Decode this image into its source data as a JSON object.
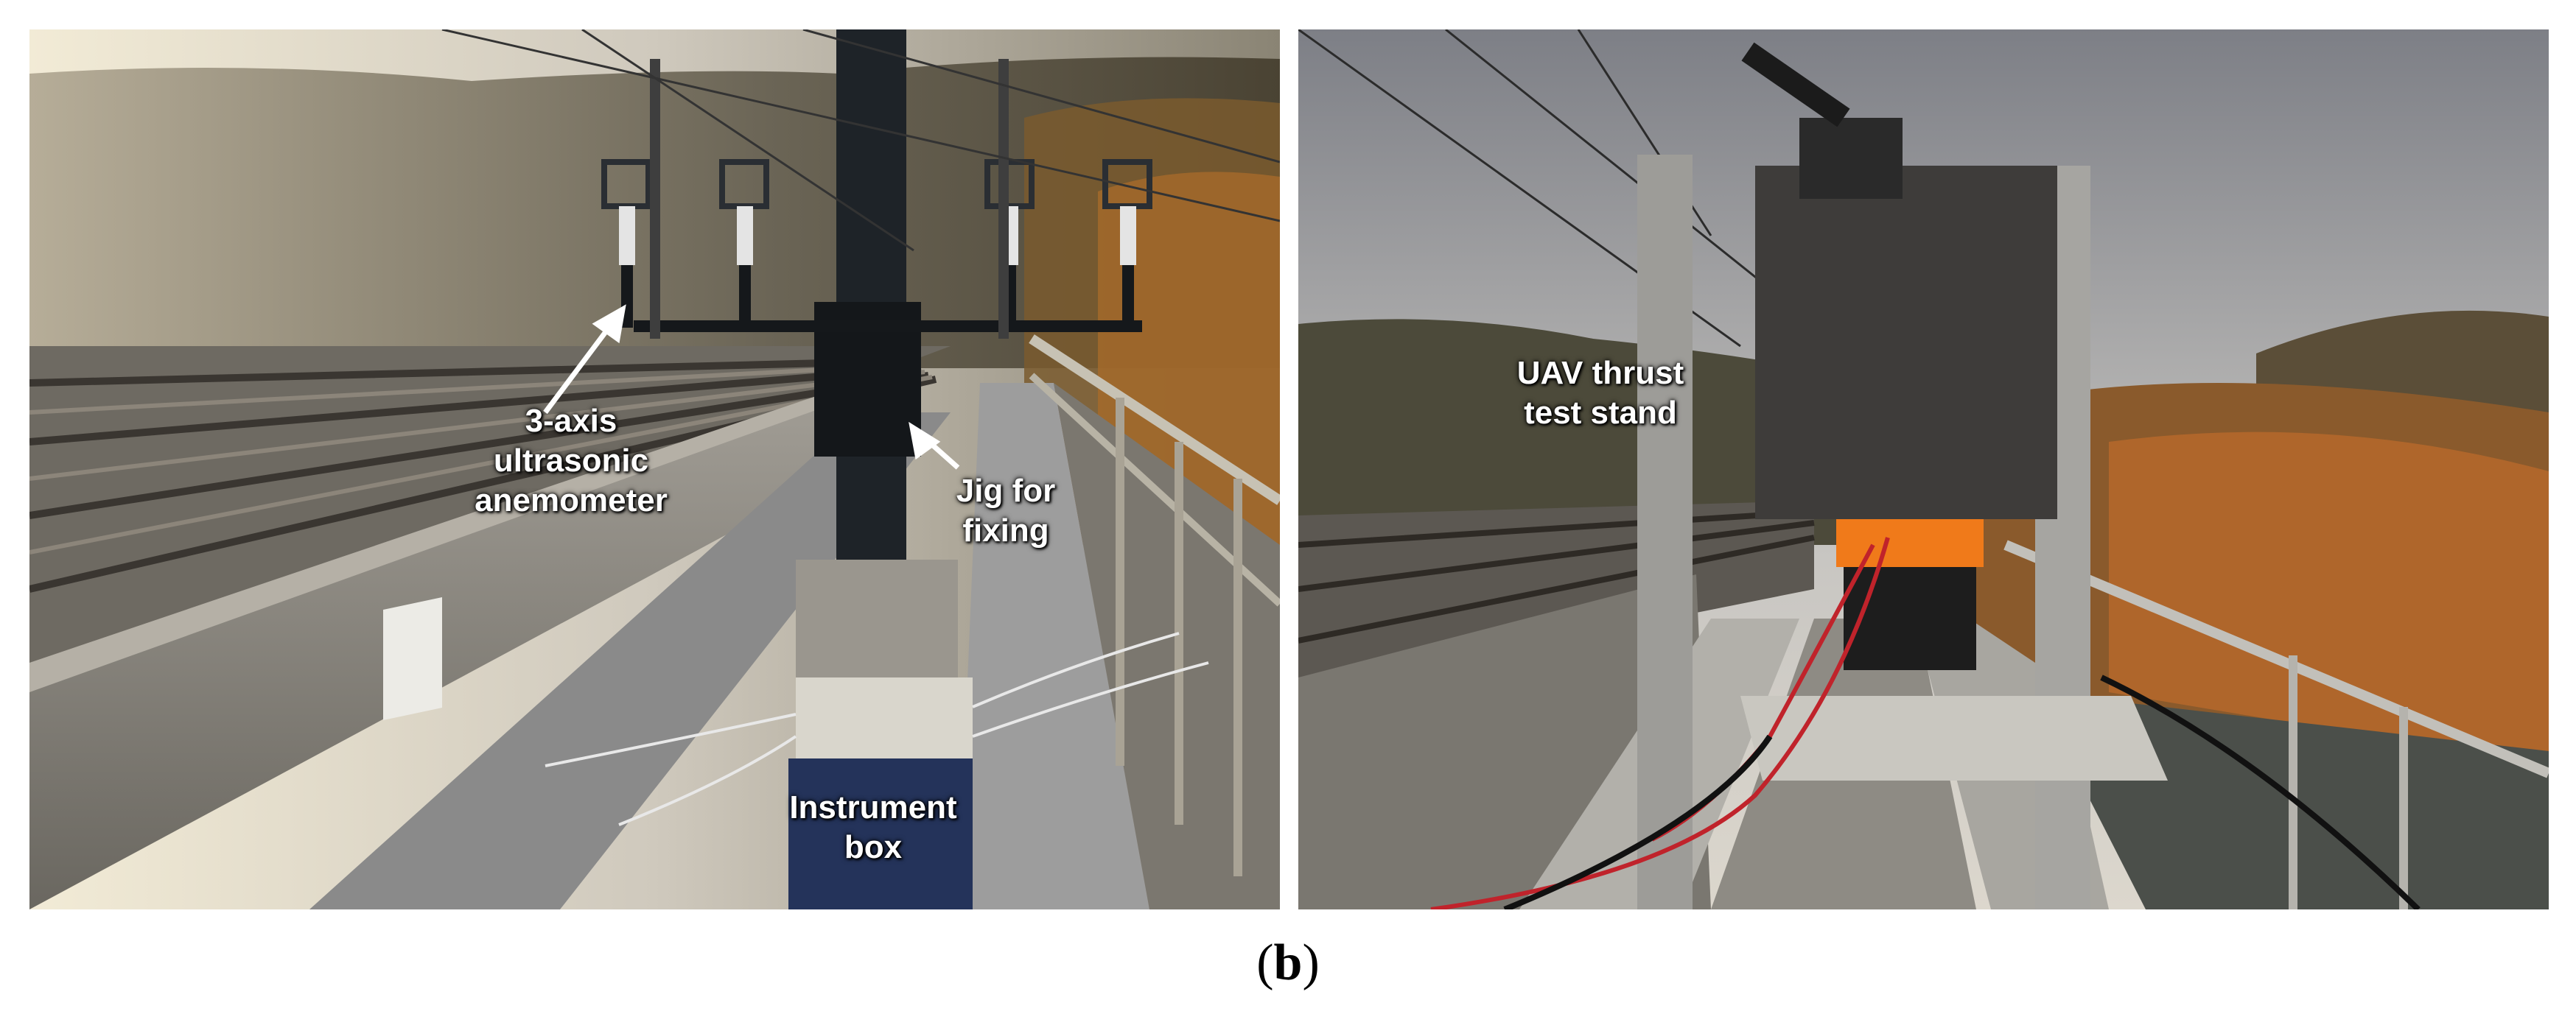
{
  "labels": {
    "anemometer": "3-axis\nultrasonic\nanemometer",
    "jig": "Jig for\nfixing",
    "instrument_box": "Instrument\nbox",
    "uav_stand": "UAV thrust\ntest stand"
  },
  "caption": {
    "open": "(",
    "letter": "b",
    "close": ")"
  },
  "colors": {
    "sky_left": "#d9d2c0",
    "forest": "#6b5a3a",
    "autumn": "#b9652a",
    "vest": "#f07a1a"
  }
}
